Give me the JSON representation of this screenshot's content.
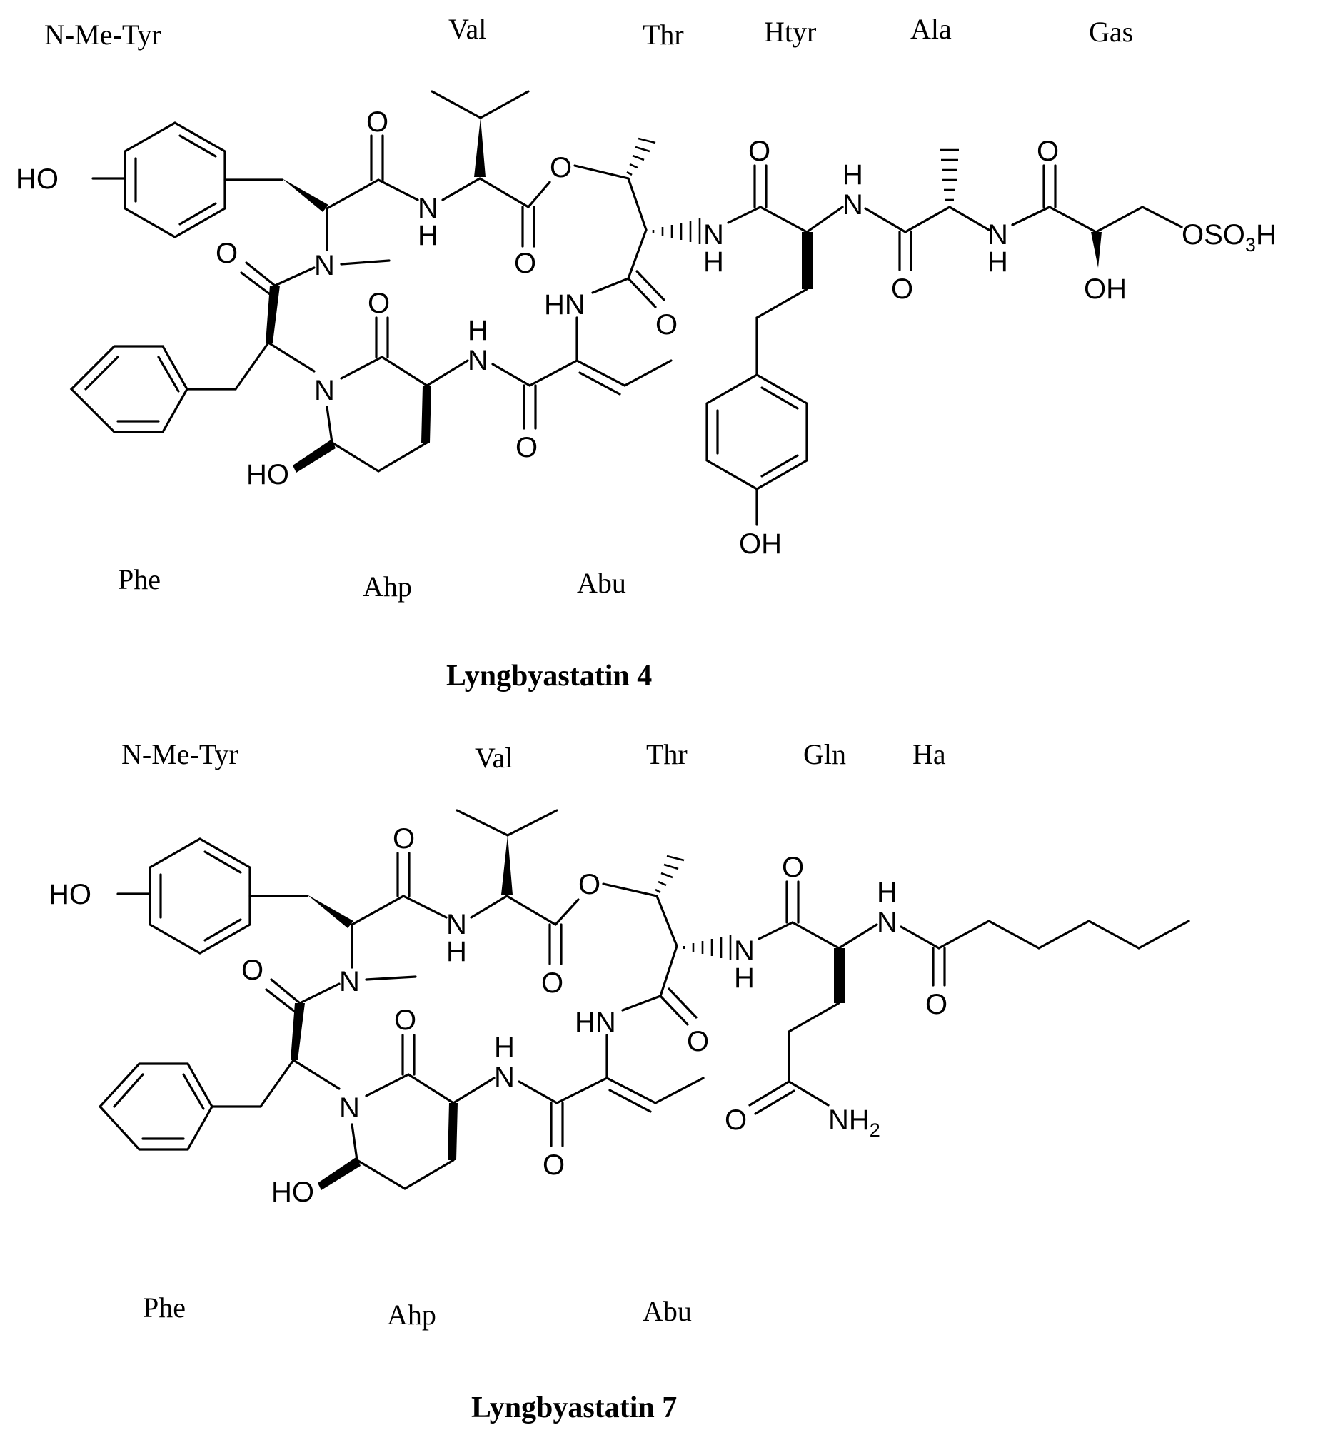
{
  "structures": [
    {
      "title": "Lyngbyastatin 4",
      "residues": [
        "N-Me-Tyr",
        "Val",
        "Thr",
        "Htyr",
        "Ala",
        "Gas",
        "Phe",
        "Ahp",
        "Abu"
      ]
    },
    {
      "title": "Lyngbyastatin 7",
      "residues": [
        "N-Me-Tyr",
        "Val",
        "Thr",
        "Gln",
        "Ha",
        "Phe",
        "Ahp",
        "Abu"
      ]
    }
  ],
  "atoms": {
    "ho": "HO",
    "oh": "OH",
    "o": "O",
    "n": "N",
    "h": "H",
    "hn": "HN",
    "oso": "OSO",
    "three": "3",
    "nh": "NH",
    "two": "2"
  }
}
